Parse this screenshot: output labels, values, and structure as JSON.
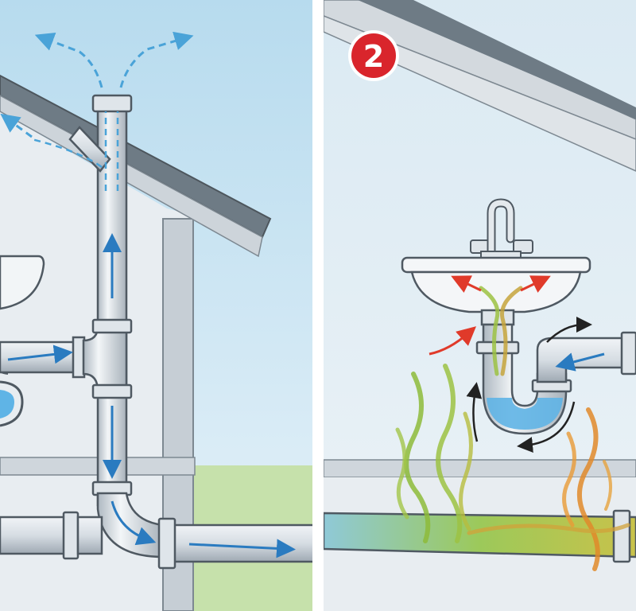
{
  "panels": [
    {
      "id": "vented",
      "badge": ""
    },
    {
      "id": "unvented",
      "badge": "2"
    }
  ],
  "colors": {
    "sky_top": "#b9dcef",
    "sky_bottom": "#e3f1f8",
    "wall": "#e9eef2",
    "roof": "#6f7c86",
    "grass": "#c2dfa6",
    "pipe": "#d9e0e6",
    "pipe_outline": "#555f68",
    "flow_arrow": "#2a7bc0",
    "air_arrow": "#4aa3d8",
    "badge": "#d9252c",
    "water": "#5fb4e6",
    "sewer_gas_green": "#8dbb3a",
    "sewer_gas_orange": "#e08a2a",
    "suction_arrow": "#e03a2a",
    "siphon_arrow": "#222222"
  },
  "icons": [
    "vent-air-arrow-icon",
    "flow-arrow-icon",
    "sewer-gas-icon",
    "suction-arrow-icon",
    "siphon-arrow-icon"
  ]
}
